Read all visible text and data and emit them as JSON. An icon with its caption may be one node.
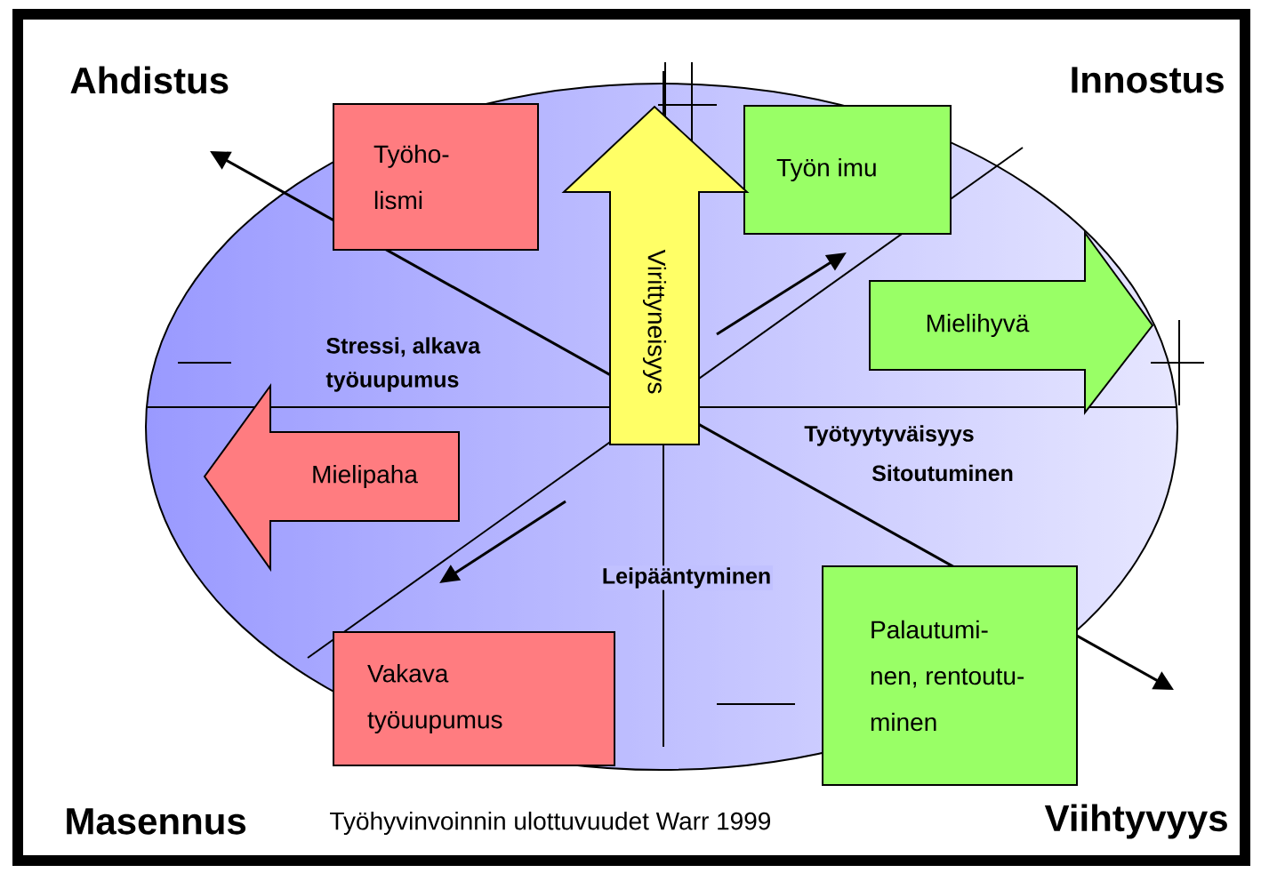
{
  "diagram": {
    "caption": "Työhyvinvoinnin ulottuvuudet Warr 1999",
    "nodes": [
      {
        "text": [
          "Työho- lismi"
        ]
      },
      {
        "text": [
          "Työn imu"
        ]
      },
      {
        "text": [
          "Virittyneisyys"
        ]
      },
      {
        "text": [
          "Mielihyvä"
        ]
      },
      {
        "text": [
          "Mielipaha"
        ]
      },
      {
        "text": [
          "Vakava työuupumus"
        ]
      },
      {
        "text": [
          "Palautumi- nen, rentoutu- minen"
        ]
      }
    ],
    "labels": [
      "Ahdistus",
      "Innostus",
      "Stressi, alkava työuupumus",
      "Työtyytyväisyys",
      "Sitoutuminen",
      "Leipääntyminen",
      "Masennus",
      "Viihtyvyys"
    ]
  }
}
